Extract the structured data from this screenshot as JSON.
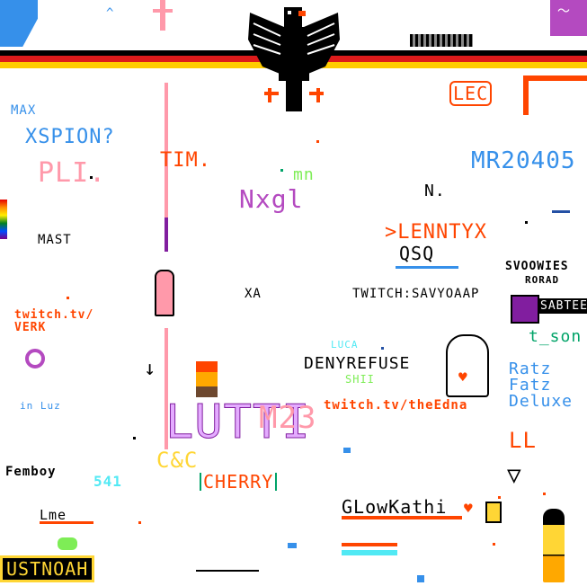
{
  "canvas": {
    "flag_colors": {
      "black": "#000000",
      "red": "#dd1b1b",
      "gold": "#ffcc00"
    },
    "labels": {
      "max": "MAX",
      "xspion": "XSPION?",
      "pli": "PLI.",
      "tim": "TIM.",
      "nxgl": "Nxgl",
      "mast": "MAST",
      "twitch_verk": "twitch.tv/ VERK",
      "in_luz": "in Luz",
      "femboy": "Femboy",
      "n541": "541",
      "lme": "Lme",
      "lutti": "LUTTI",
      "lutti_num": "M23",
      "cc": "C&C",
      "cherry": "CHERRY",
      "lec": "LEC",
      "mr": "MR20405",
      "n_dot": "N.",
      "lennty": ">LENNTYX",
      "qsq": "QSQ",
      "xa": "XA",
      "twitch_savy": "TWITCH:SAVYOAAP",
      "svoowies": "SVOOWIES",
      "rorad": "RORAD",
      "sabtee": "SABTEE",
      "t_son": "t_son",
      "luca": "LUCA",
      "denyrefuse": "DENYREFUSE",
      "shii": "SHII",
      "twitch_edna": "twitch.tv/theEdna",
      "ratz1": "Ratz",
      "ratz2": "Fatz",
      "ratz3": "Deluxe",
      "ll": "LL",
      "glowkathi": "GLowKathi",
      "ustnoah": "USTNOAH",
      "mn": "mn"
    }
  }
}
